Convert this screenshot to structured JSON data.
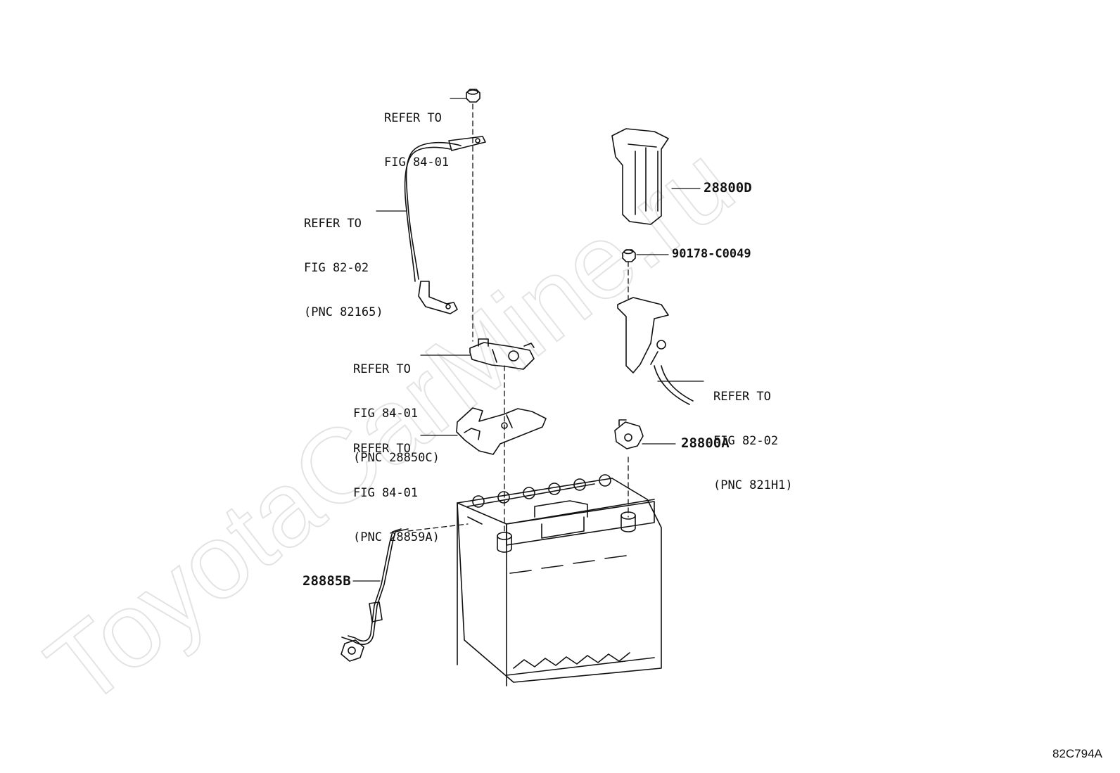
{
  "watermark": "ToyotaCarMine.ru",
  "figure_code": "82C794A",
  "callouts": {
    "terminal_nut": [
      "REFER TO",
      "FIG 84-01"
    ],
    "cable": [
      "REFER TO",
      "FIG 82-02",
      "(PNC 82165)"
    ],
    "terminal_clamp": [
      "REFER TO",
      "FIG 84-01",
      "(PNC 28850C)"
    ],
    "sensor_bracket": [
      "REFER TO",
      "FIG 84-01",
      "(PNC 28859A)"
    ],
    "wire_harness": [
      "REFER TO",
      "FIG 82-02",
      "(PNC 821H1)"
    ]
  },
  "parts": {
    "cover": "28800D",
    "nut": "90178-C0049",
    "terminal": "28800A",
    "vent_hose": "28885B"
  }
}
